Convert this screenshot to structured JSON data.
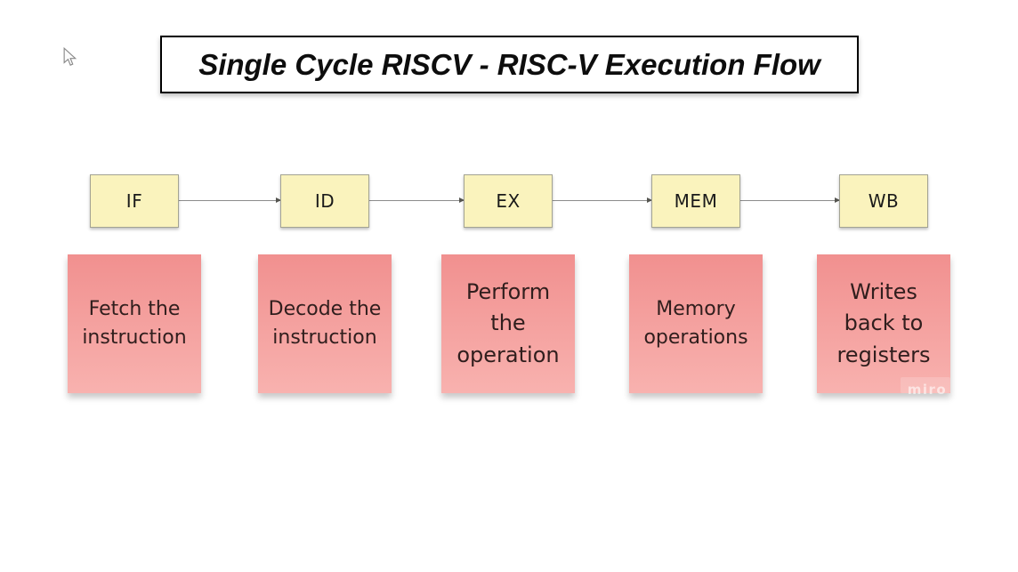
{
  "title": {
    "text": "Single Cycle RISCV - RISC-V Execution Flow"
  },
  "pipeline": {
    "stages": [
      {
        "label": "IF",
        "note": "Fetch the\ninstruction"
      },
      {
        "label": "ID",
        "note": "Decode the\ninstruction"
      },
      {
        "label": "EX",
        "note": "Perform\nthe\noperation"
      },
      {
        "label": "MEM",
        "note": "Memory\noperations"
      },
      {
        "label": "WB",
        "note": "Writes\nback to\nregisters"
      }
    ]
  },
  "watermark": {
    "text": "miro"
  },
  "colors": {
    "stage_fill": "#FAF3BD",
    "stage_border": "#A3A393",
    "note_top": "#F1908F",
    "note_bottom": "#F8B2AF",
    "note_text": "#301E1D",
    "connector": "#8C8C8C",
    "title_text": "#0D0D0D"
  }
}
